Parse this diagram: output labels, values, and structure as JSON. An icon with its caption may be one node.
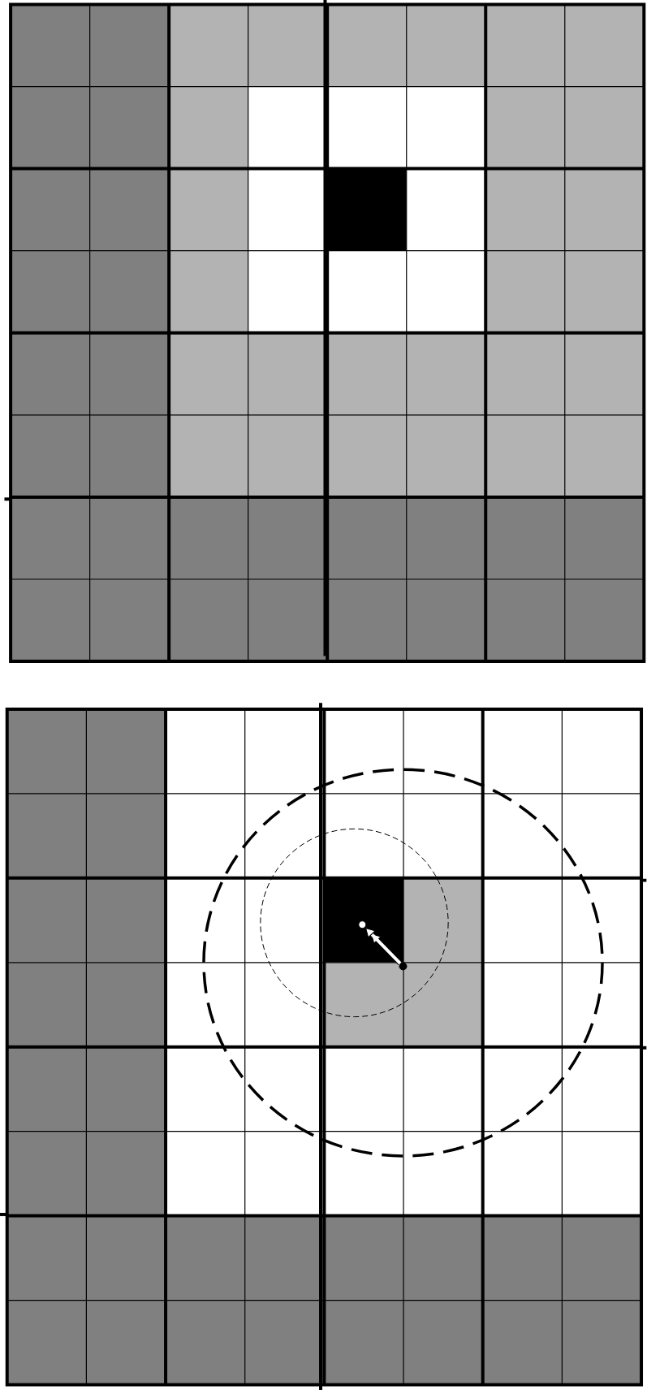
{
  "diagram": {
    "nodes": [
      {
        "text": [],
        "shape": "circle"
      },
      {
        "text": [],
        "shape": "circle"
      }
    ],
    "edges": [
      {
        "from": 1,
        "to": 0,
        "arrow": "to"
      }
    ]
  }
}
